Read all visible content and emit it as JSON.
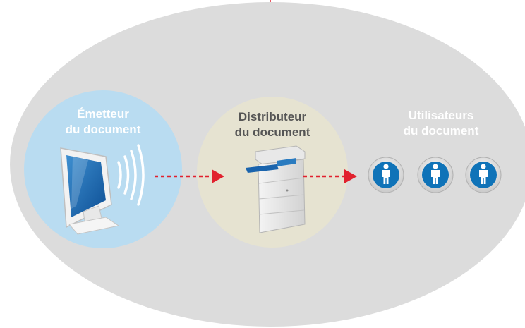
{
  "nodes": {
    "emitter": {
      "line1": "Émetteur",
      "line2": "du document"
    },
    "distributor": {
      "line1": "Distributeur",
      "line2": "du document"
    },
    "users": {
      "line1": "Utilisateurs",
      "line2": "du document"
    }
  },
  "colors": {
    "background_ellipse": "#dcdcdc",
    "emitter_circle": "#b9dcf1",
    "distributor_circle": "#e6e3d1",
    "arrow": "#e1212e",
    "label_on_blue": "#ffffff",
    "label_on_beige": "#555555",
    "label_on_grey": "#ffffff",
    "user_badge": "#0f73b8"
  },
  "icons": [
    "monitor-icon",
    "wireless-signal-icon",
    "printer-icon",
    "user-icon",
    "user-icon",
    "user-icon"
  ]
}
